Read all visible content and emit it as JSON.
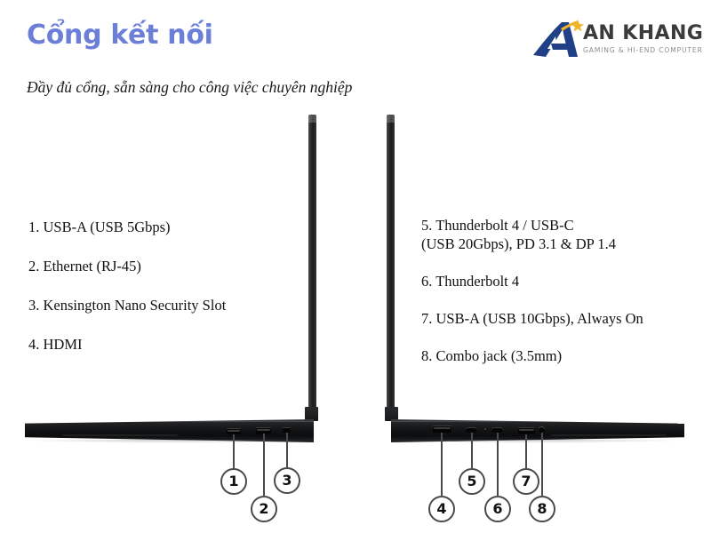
{
  "header": {
    "title": "Cổng kết nối",
    "subtitle": "Đầy đủ cổng, sẵn sàng cho công việc chuyên nghiệp",
    "title_color": "#6c7fd8"
  },
  "logo": {
    "name": "AN KHANG",
    "tagline": "GAMING & HI-END COMPUTER",
    "mark_color": "#1f3f87",
    "star_color": "#f0b429",
    "name_color": "#3b3b3d",
    "tagline_color": "#8d8d91"
  },
  "left_panel": {
    "ports": [
      {
        "number": "1",
        "label": "1. USB-A (USB 5Gbps)"
      },
      {
        "number": "2",
        "label": "2. Ethernet (RJ-45)"
      },
      {
        "number": "3",
        "label": "3. Kensington Nano Security Slot"
      },
      {
        "number": "4",
        "label": "4. HDMI"
      }
    ]
  },
  "right_panel": {
    "ports": [
      {
        "number": "5",
        "label": "5. Thunderbolt 4 / USB-C\n(USB 20Gbps), PD 3.1 & DP 1.4"
      },
      {
        "number": "6",
        "label": "6. Thunderbolt 4"
      },
      {
        "number": "7",
        "label": "7. USB-A (USB 10Gbps), Always On"
      },
      {
        "number": "8",
        "label": "8. Combo jack (3.5mm)"
      }
    ]
  },
  "callouts": {
    "left_laptop": [
      {
        "number": "1"
      },
      {
        "number": "2"
      },
      {
        "number": "3"
      }
    ],
    "right_laptop": [
      {
        "number": "4"
      },
      {
        "number": "5"
      },
      {
        "number": "6"
      },
      {
        "number": "7"
      },
      {
        "number": "8"
      }
    ]
  }
}
